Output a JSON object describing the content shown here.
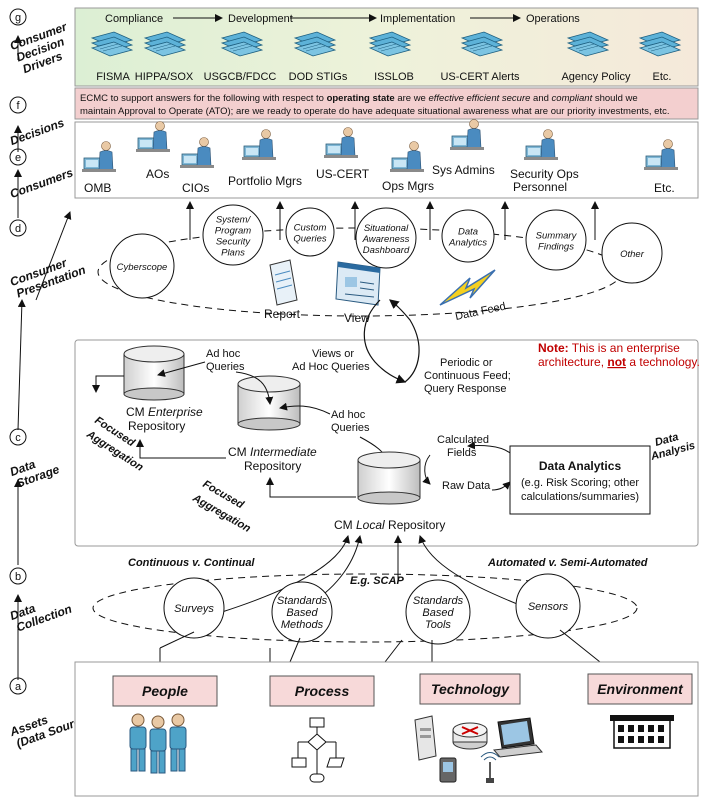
{
  "side_labels": [
    {
      "letter": "g",
      "text": [
        "Consumer",
        "Decision",
        "Drivers"
      ]
    },
    {
      "letter": "f",
      "text": [
        "Decisions"
      ]
    },
    {
      "letter": "e",
      "text": [
        "Consumers"
      ]
    },
    {
      "letter": "d",
      "text": [
        "Consumer",
        "Presentation"
      ]
    },
    {
      "letter": "c",
      "text": [
        "Data",
        "Storage"
      ]
    },
    {
      "letter": "b",
      "text": [
        "Data",
        "Collection"
      ]
    },
    {
      "letter": "a",
      "text": [
        "Assets",
        "(Data Sources)"
      ]
    }
  ],
  "drivers": {
    "phases": [
      "Compliance",
      "Development",
      "Implementation",
      "Operations"
    ],
    "items": [
      "FISMA",
      "HIPPA/SOX",
      "USGCB/FDCC",
      "DOD STIGs",
      "ISSLOB",
      "US-CERT Alerts",
      "Agency Policy",
      "Etc."
    ]
  },
  "decisions": {
    "text_parts": [
      "ECMC to support answers for the following with respect to ",
      "operating state",
      " are we ",
      "effective efficient secure",
      " and ",
      "compliant",
      " should we",
      "maintain Approval to Operate (ATO); are we ready to operate do have adequate situational awareness what are our priority investments, etc."
    ]
  },
  "consumers": [
    "OMB",
    "AOs",
    "CIOs",
    "Portfolio Mgrs",
    "US-CERT",
    "Ops Mgrs",
    "Sys Admins",
    "Security Ops",
    "Personnel",
    "Etc."
  ],
  "presentation": {
    "circles": [
      [
        "Cyberscope"
      ],
      [
        "System/",
        "Program",
        "Security",
        "Plans"
      ],
      [
        "Custom",
        "Queries"
      ],
      [
        "Situational",
        "Awareness",
        "Dashboard"
      ],
      [
        "Data",
        "Analytics"
      ],
      [
        "Summary",
        "Findings"
      ],
      [
        "Other"
      ]
    ],
    "outputs": [
      "Report",
      "View",
      "Data Feed"
    ]
  },
  "storage": {
    "note_bold": "Note:",
    "note_line1": " This is an enterprise",
    "note_line2a": "architecture, ",
    "note_line2b": "not",
    "note_line2c": " a technology.",
    "enterprise_repo": [
      "CM ",
      "Enterprise",
      "Repository"
    ],
    "intermediate_repo": [
      "CM ",
      "Intermediate",
      "Repository"
    ],
    "local_repo": [
      "CM ",
      "Local",
      " Repository"
    ],
    "adhoc1": [
      "Ad hoc",
      "Queries"
    ],
    "adhoc2": [
      "Ad hoc",
      "Queries"
    ],
    "views": [
      "Views or",
      "Ad Hoc Queries"
    ],
    "periodic": [
      "Periodic or",
      "Continuous Feed;",
      "Query Response"
    ],
    "focused": [
      "Focused",
      "Aggregation"
    ],
    "calc": [
      "Calculated",
      "Fields"
    ],
    "raw": "Raw Data",
    "analytics_title": "Data Analytics",
    "analytics_sub": [
      "(e.g. Risk Scoring; other",
      "calculations/summaries)"
    ],
    "analysis_label": [
      "Data",
      "Analysis"
    ]
  },
  "collection": {
    "left_label": "Continuous v. Continual",
    "right_label": "Automated v. Semi-Automated",
    "center": "E.g. SCAP",
    "circles": [
      [
        "Surveys"
      ],
      [
        "Standards",
        "Based",
        "Methods"
      ],
      [
        "Standards",
        "Based",
        "Tools"
      ],
      [
        "Sensors"
      ]
    ]
  },
  "assets": [
    "People",
    "Process",
    "Technology",
    "Environment"
  ],
  "colors": {
    "drivers_bg": "#dff2d8",
    "decisions_bg": "#f6d5d5",
    "asset_box": "#f7d9d9",
    "icon_blue": "#4ea3c8",
    "note_red": "#c00000"
  }
}
